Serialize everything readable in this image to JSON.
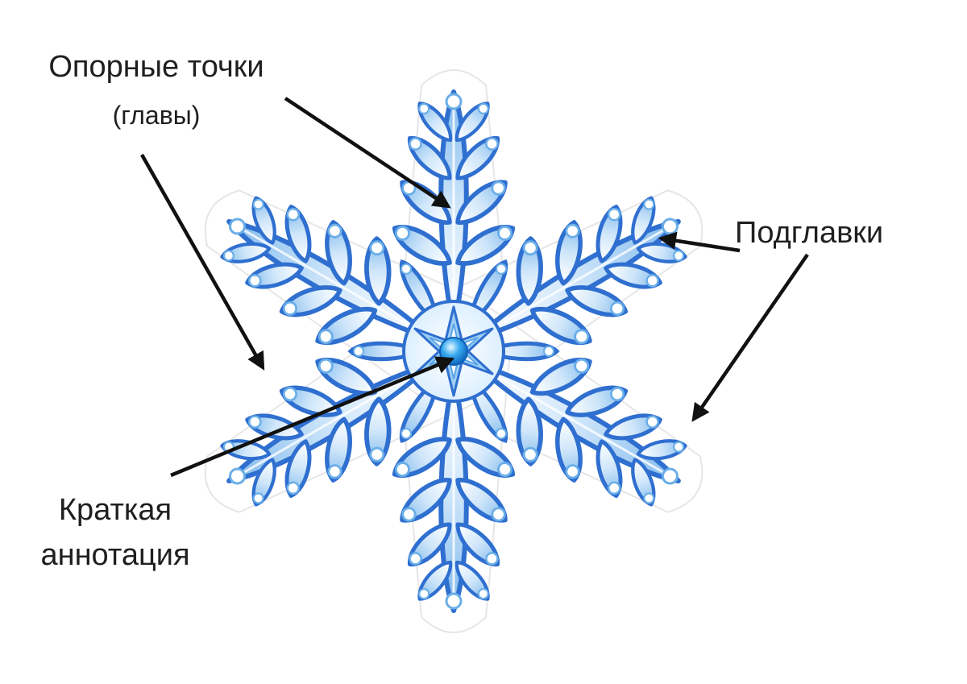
{
  "labels": {
    "anchor_points": {
      "line1": "Опорные точки",
      "line2": "(главы)"
    },
    "subchapters": "Подглавки",
    "short_abstract": {
      "line1": "Краткая",
      "line2": "аннотация"
    }
  },
  "colors": {
    "flake_outline": "#2f6fd0",
    "flake_fill_light": "#eaf4fd",
    "flake_fill_mid": "#8ec4ee",
    "flake_core": "#1e8fe0",
    "flake_halo": "#ffffff",
    "arrow": "#111111",
    "text": "#1f1f1f"
  }
}
